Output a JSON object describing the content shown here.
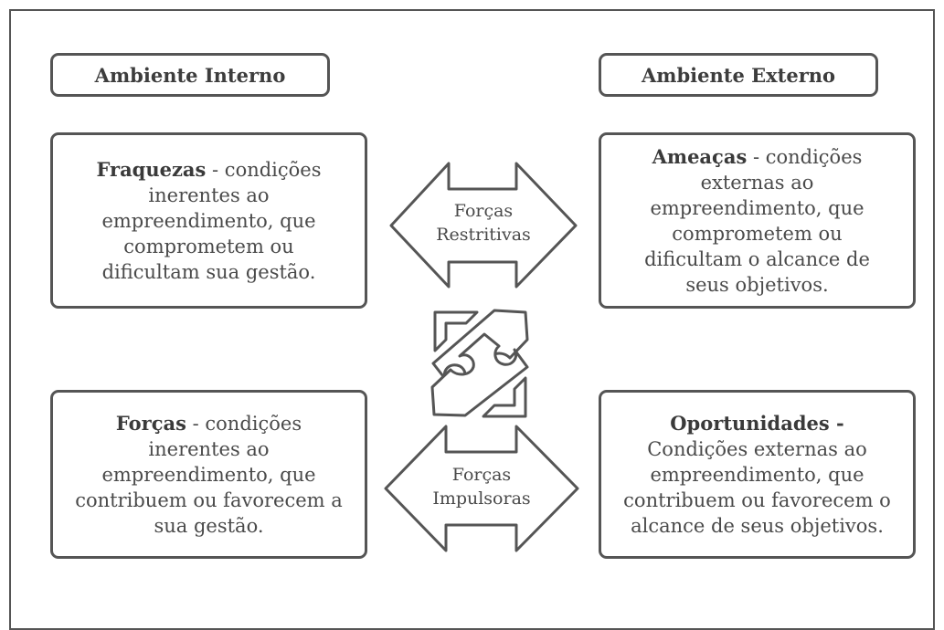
{
  "headers": {
    "internal": "Ambiente Interno",
    "external": "Ambiente Externo"
  },
  "quadrants": {
    "weaknesses": {
      "term": "Fraquezas",
      "description": " - condições inerentes ao empreendimento, que comprometem ou dificultam sua gestão."
    },
    "threats": {
      "term": "Ameaças",
      "description": " - condições externas ao empreendimento, que comprometem ou dificultam o alcance de seus objetivos."
    },
    "strengths": {
      "term": "Forças",
      "description": " - condições inerentes ao empreendimento, que contribuem ou favorecem a sua gestão."
    },
    "opportunities": {
      "term": "Oportunidades -",
      "description": "Condições externas ao empreendimento, que contribuem ou favorecem o alcance de seus objetivos."
    }
  },
  "arrows": {
    "restrictive": [
      "Forças",
      "Restritivas"
    ],
    "driving": [
      "Forças",
      "Impulsoras"
    ]
  },
  "icons": {
    "center": "puzzle-arrows-icon"
  },
  "colors": {
    "stroke": "#555555",
    "text": "#444444",
    "background": "#ffffff"
  }
}
